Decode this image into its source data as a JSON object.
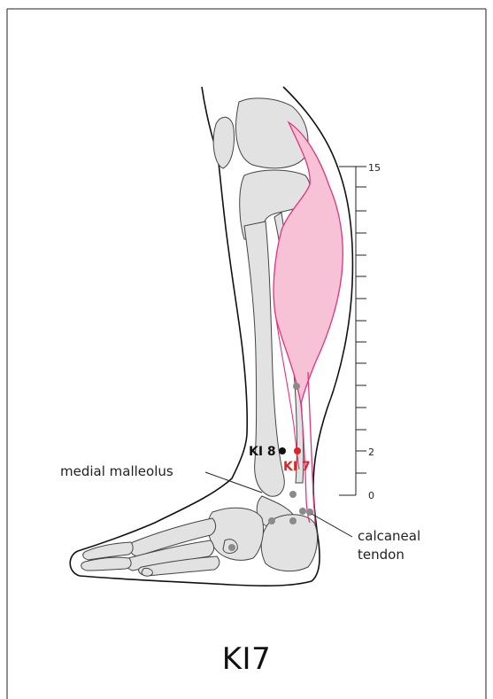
{
  "title": "KI7",
  "labels": {
    "medial_malleolus": "medial malleolus",
    "calcaneal_line1": "calcaneal",
    "calcaneal_line2": "tendon",
    "ki8": "KI 8",
    "ki7": "KI 7"
  },
  "scale": {
    "top": "15",
    "mid": "2",
    "bottom": "0"
  },
  "colors": {
    "highlight": "#e2337f",
    "muscle_fill": "#f7c1d6",
    "bone": "#e2e2e2",
    "point_gray": "#8a8a8a",
    "point_red": "#e02424",
    "point_black": "#111111"
  }
}
